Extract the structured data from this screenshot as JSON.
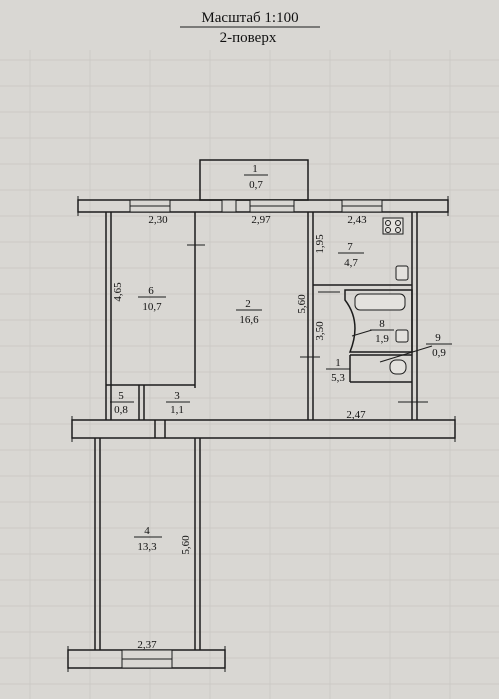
{
  "header": {
    "scale": "Масштаб 1:100",
    "floor": "2-поверх"
  },
  "rooms": [
    {
      "id": "r1",
      "number": "1",
      "area": "0,7"
    },
    {
      "id": "r2",
      "number": "2",
      "area": "16,6"
    },
    {
      "id": "r3",
      "number": "3",
      "area": "1,1"
    },
    {
      "id": "r4",
      "number": "4",
      "area": "13,3"
    },
    {
      "id": "r5",
      "number": "5",
      "area": "0,8"
    },
    {
      "id": "r6",
      "number": "6",
      "area": "10,7"
    },
    {
      "id": "r7",
      "number": "7",
      "area": "4,7"
    },
    {
      "id": "r8",
      "number": "8",
      "area": "1,9"
    },
    {
      "id": "r9",
      "number": "9",
      "area": "0,9"
    },
    {
      "id": "r10",
      "number": "1",
      "area": "5,3"
    }
  ],
  "dimensions": {
    "d230": "2,30",
    "d297": "2,97",
    "d243": "2,43",
    "d195": "1,95",
    "d465": "4,65",
    "d560a": "5,60",
    "d350": "3,50",
    "d247": "2,47",
    "d560b": "5,60",
    "d237": "2,37"
  }
}
